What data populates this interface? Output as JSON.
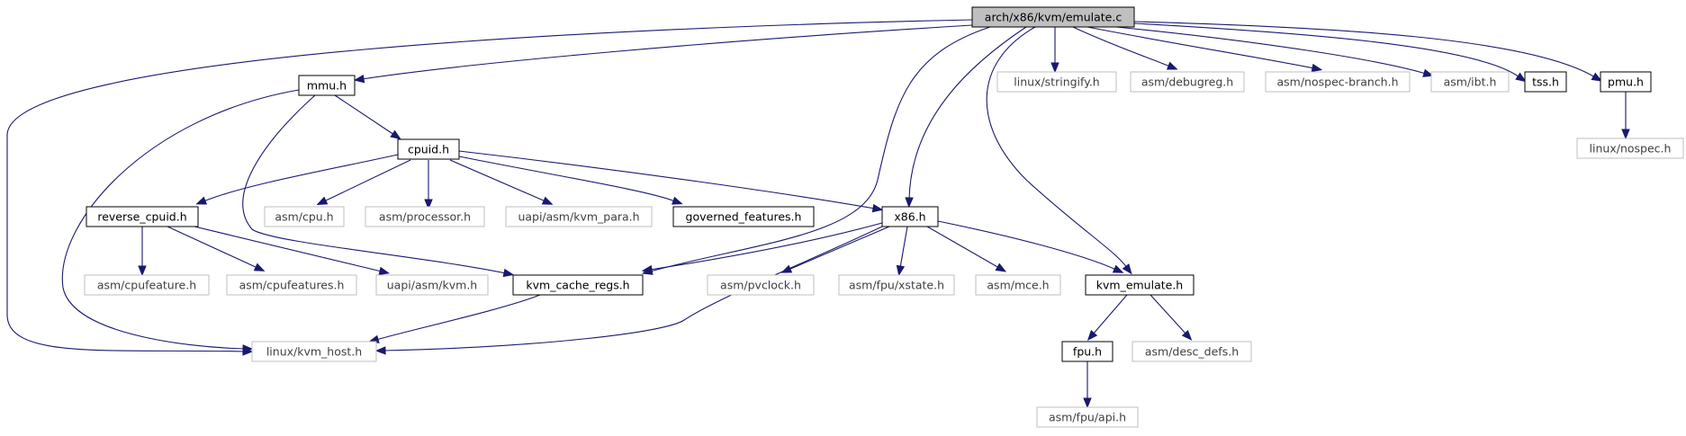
{
  "graph": {
    "colors": {
      "edge": "#191970",
      "root_fill": "#bfbfbf",
      "documented_border": "#000000",
      "external_border": "#bfbfbf",
      "text": "#000000",
      "external_text": "#404040"
    },
    "nodes": [
      {
        "id": "emulate_c",
        "label": "arch/x86/kvm/emulate.c",
        "kind": "root"
      },
      {
        "id": "mmu_h",
        "label": "mmu.h",
        "kind": "documented"
      },
      {
        "id": "cpuid_h",
        "label": "cpuid.h",
        "kind": "documented"
      },
      {
        "id": "reverse_cpuid_h",
        "label": "reverse_cpuid.h",
        "kind": "documented"
      },
      {
        "id": "asm_cpufeature_h",
        "label": "asm/cpufeature.h",
        "kind": "external"
      },
      {
        "id": "asm_cpufeatures_h",
        "label": "asm/cpufeatures.h",
        "kind": "external"
      },
      {
        "id": "uapi_asm_kvm_h",
        "label": "uapi/asm/kvm.h",
        "kind": "external"
      },
      {
        "id": "asm_cpu_h",
        "label": "asm/cpu.h",
        "kind": "external"
      },
      {
        "id": "asm_processor_h",
        "label": "asm/processor.h",
        "kind": "external"
      },
      {
        "id": "uapi_asm_kvm_para_h",
        "label": "uapi/asm/kvm_para.h",
        "kind": "external"
      },
      {
        "id": "governed_features_h",
        "label": "governed_features.h",
        "kind": "documented"
      },
      {
        "id": "x86_h",
        "label": "x86.h",
        "kind": "documented"
      },
      {
        "id": "kvm_cache_regs_h",
        "label": "kvm_cache_regs.h",
        "kind": "documented"
      },
      {
        "id": "linux_kvm_host_h",
        "label": "linux/kvm_host.h",
        "kind": "external"
      },
      {
        "id": "asm_pvclock_h",
        "label": "asm/pvclock.h",
        "kind": "external"
      },
      {
        "id": "asm_fpu_xstate_h",
        "label": "asm/fpu/xstate.h",
        "kind": "external"
      },
      {
        "id": "asm_mce_h",
        "label": "asm/mce.h",
        "kind": "external"
      },
      {
        "id": "kvm_emulate_h",
        "label": "kvm_emulate.h",
        "kind": "documented"
      },
      {
        "id": "fpu_h",
        "label": "fpu.h",
        "kind": "documented"
      },
      {
        "id": "asm_desc_defs_h",
        "label": "asm/desc_defs.h",
        "kind": "external"
      },
      {
        "id": "asm_fpu_api_h",
        "label": "asm/fpu/api.h",
        "kind": "external"
      },
      {
        "id": "linux_stringify_h",
        "label": "linux/stringify.h",
        "kind": "external"
      },
      {
        "id": "asm_debugreg_h",
        "label": "asm/debugreg.h",
        "kind": "external"
      },
      {
        "id": "asm_nospec_branch_h",
        "label": "asm/nospec-branch.h",
        "kind": "external"
      },
      {
        "id": "asm_ibt_h",
        "label": "asm/ibt.h",
        "kind": "external"
      },
      {
        "id": "tss_h",
        "label": "tss.h",
        "kind": "documented"
      },
      {
        "id": "pmu_h",
        "label": "pmu.h",
        "kind": "documented"
      },
      {
        "id": "linux_nospec_h",
        "label": "linux/nospec.h",
        "kind": "external"
      }
    ],
    "edges": [
      [
        "emulate_c",
        "linux_kvm_host_h"
      ],
      [
        "emulate_c",
        "mmu_h"
      ],
      [
        "emulate_c",
        "kvm_cache_regs_h"
      ],
      [
        "emulate_c",
        "x86_h"
      ],
      [
        "emulate_c",
        "kvm_emulate_h"
      ],
      [
        "emulate_c",
        "linux_stringify_h"
      ],
      [
        "emulate_c",
        "asm_debugreg_h"
      ],
      [
        "emulate_c",
        "asm_nospec_branch_h"
      ],
      [
        "emulate_c",
        "asm_ibt_h"
      ],
      [
        "emulate_c",
        "tss_h"
      ],
      [
        "emulate_c",
        "pmu_h"
      ],
      [
        "mmu_h",
        "linux_kvm_host_h"
      ],
      [
        "mmu_h",
        "kvm_cache_regs_h"
      ],
      [
        "mmu_h",
        "cpuid_h"
      ],
      [
        "cpuid_h",
        "reverse_cpuid_h"
      ],
      [
        "cpuid_h",
        "asm_cpu_h"
      ],
      [
        "cpuid_h",
        "asm_processor_h"
      ],
      [
        "cpuid_h",
        "uapi_asm_kvm_para_h"
      ],
      [
        "cpuid_h",
        "governed_features_h"
      ],
      [
        "cpuid_h",
        "x86_h"
      ],
      [
        "reverse_cpuid_h",
        "asm_cpufeature_h"
      ],
      [
        "reverse_cpuid_h",
        "asm_cpufeatures_h"
      ],
      [
        "reverse_cpuid_h",
        "uapi_asm_kvm_h"
      ],
      [
        "x86_h",
        "linux_kvm_host_h"
      ],
      [
        "x86_h",
        "kvm_cache_regs_h"
      ],
      [
        "x86_h",
        "asm_pvclock_h"
      ],
      [
        "x86_h",
        "asm_fpu_xstate_h"
      ],
      [
        "x86_h",
        "asm_mce_h"
      ],
      [
        "x86_h",
        "kvm_emulate_h"
      ],
      [
        "kvm_cache_regs_h",
        "linux_kvm_host_h"
      ],
      [
        "kvm_emulate_h",
        "fpu_h"
      ],
      [
        "kvm_emulate_h",
        "asm_desc_defs_h"
      ],
      [
        "fpu_h",
        "asm_fpu_api_h"
      ],
      [
        "pmu_h",
        "linux_nospec_h"
      ]
    ]
  }
}
